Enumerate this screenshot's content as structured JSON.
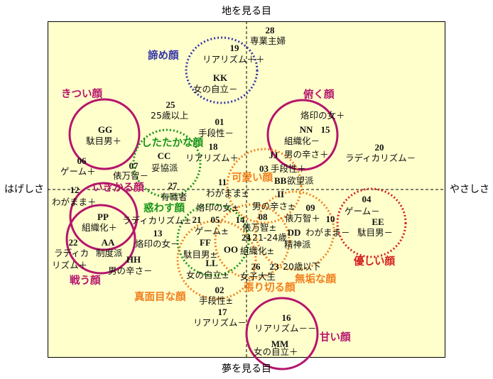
{
  "axes": {
    "top": "地を見る目",
    "bottom": "夢を見る目",
    "left": "はげしさ",
    "right": "やさしさ"
  },
  "colors": {
    "background": "#ffffcc",
    "magenta": "#b5156b",
    "blue": "#3535a8",
    "green": "#199419",
    "orange": "#f07f1e",
    "red": "#d41e1e"
  },
  "groups": [
    "諦め顔",
    "きつい顔",
    "したたかな顔",
    "俯く顔",
    "可愛い顔",
    "いきかる顔",
    "惑わす顔",
    "戦う顔",
    "真面目な顔",
    "張り切る顔",
    "無垢な顔",
    "優しい顔",
    "甘い顔"
  ],
  "codes": [
    "28",
    "19",
    "KK",
    "25",
    "01",
    "GG",
    "18",
    "CC",
    "06",
    "07",
    "27",
    "11",
    "12",
    "PP",
    "21",
    "05",
    "14",
    "13",
    "22",
    "AA",
    "HH",
    "FF",
    "OO",
    "LL",
    "26",
    "23",
    "02",
    "17",
    "16",
    "MM",
    "NN",
    "15",
    "20",
    "JJ",
    "03",
    "BB",
    "II",
    "09",
    "08",
    "10",
    "24",
    "DD",
    "04",
    "EE"
  ],
  "terms": [
    "専業主婦",
    "リアリズム＋＋",
    "女の自立－",
    "25歳以上",
    "手段性－",
    "駄目男＋",
    "リアリズム＋",
    "ゲーム＋",
    "俵万智－",
    "妥協派",
    "有職者",
    "わがまま±",
    "わがまま＋",
    "烙印の女±",
    "組織化＋",
    "ラディカリズム±",
    "ゲーム±",
    "烙印の女－",
    "ラディカ",
    "制度派",
    "リズム＋",
    "男の辛さ－",
    "駄目男±",
    "組織化±",
    "女の自立±",
    "女子大生",
    "20歳以下",
    "手段性±",
    "リアリズム－",
    "リアリズム－－",
    "女の自立＋",
    "烙印の女＋",
    "組織化－",
    "ラディカリズム－",
    "男の辛さ＋",
    "手段性＋",
    "欲望派",
    "男の辛さ±",
    "俵万智＋",
    "俵万智±",
    "21-24歳",
    "わがまま－",
    "精神派",
    "ゲーム－",
    "駄目男－"
  ]
}
